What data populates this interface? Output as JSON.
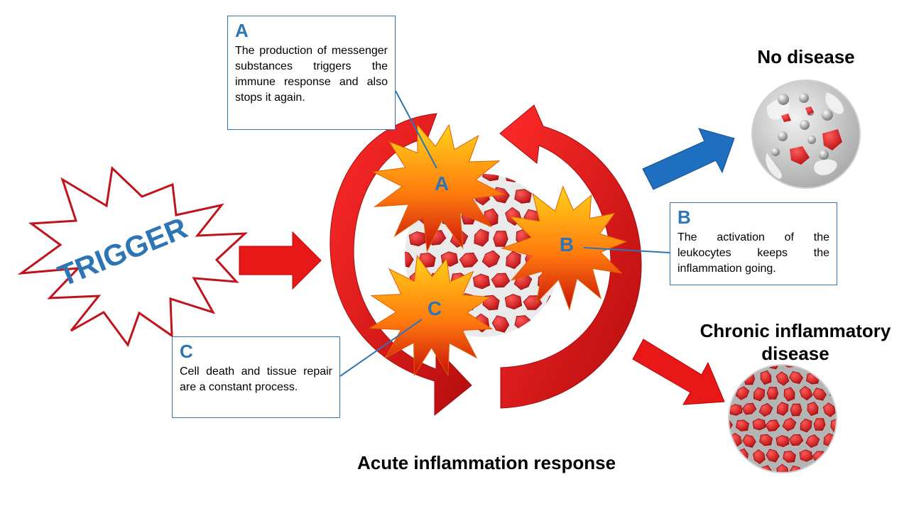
{
  "trigger": {
    "label": "TRIGGER"
  },
  "headings": {
    "no_disease": "No disease",
    "chronic": "Chronic inflammatory disease",
    "acute": "Acute inflammation response"
  },
  "stars": [
    {
      "letter": "A"
    },
    {
      "letter": "B"
    },
    {
      "letter": "C"
    }
  ],
  "callouts": {
    "A": {
      "letter": "A",
      "text": "The production of messenger substances triggers the immune response and also stops it again."
    },
    "B": {
      "letter": "B",
      "text": "The activation of the leukocytes keeps the inflammation going."
    },
    "C": {
      "letter": "C",
      "text": "Cell death and tissue repair are a constant process."
    }
  },
  "colors": {
    "accent_blue": "#2e75b6",
    "arrow_red": "#e81818",
    "arrow_blue": "#1f6fc1",
    "trigger_outline": "#c0141c",
    "cell_red": "#e21b1b"
  }
}
